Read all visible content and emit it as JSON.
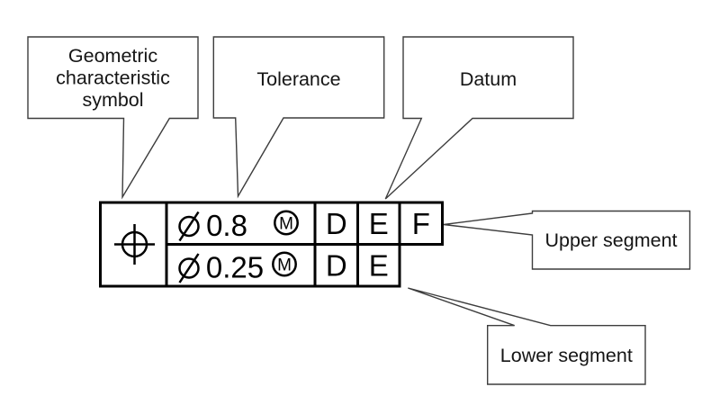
{
  "colors": {
    "ink": "#000000",
    "callout-line": "#3d3d3d",
    "bg": "#ffffff"
  },
  "callouts": {
    "geometric": {
      "lines": [
        "Geometric",
        "characteristic",
        "symbol"
      ]
    },
    "tolerance": {
      "label": "Tolerance"
    },
    "datum": {
      "label": "Datum"
    },
    "upper": {
      "label": "Upper segment"
    },
    "lower": {
      "label": "Lower segment"
    }
  },
  "frame": {
    "symbol": "position-symbol",
    "upper_segment": {
      "diameter_symbol": "diameter-symbol",
      "tolerance": "0.8",
      "modifier": "M",
      "datums": [
        "D",
        "E",
        "F"
      ]
    },
    "lower_segment": {
      "diameter_symbol": "diameter-symbol",
      "tolerance": "0.25",
      "modifier": "M",
      "datums": [
        "D",
        "E"
      ]
    }
  }
}
